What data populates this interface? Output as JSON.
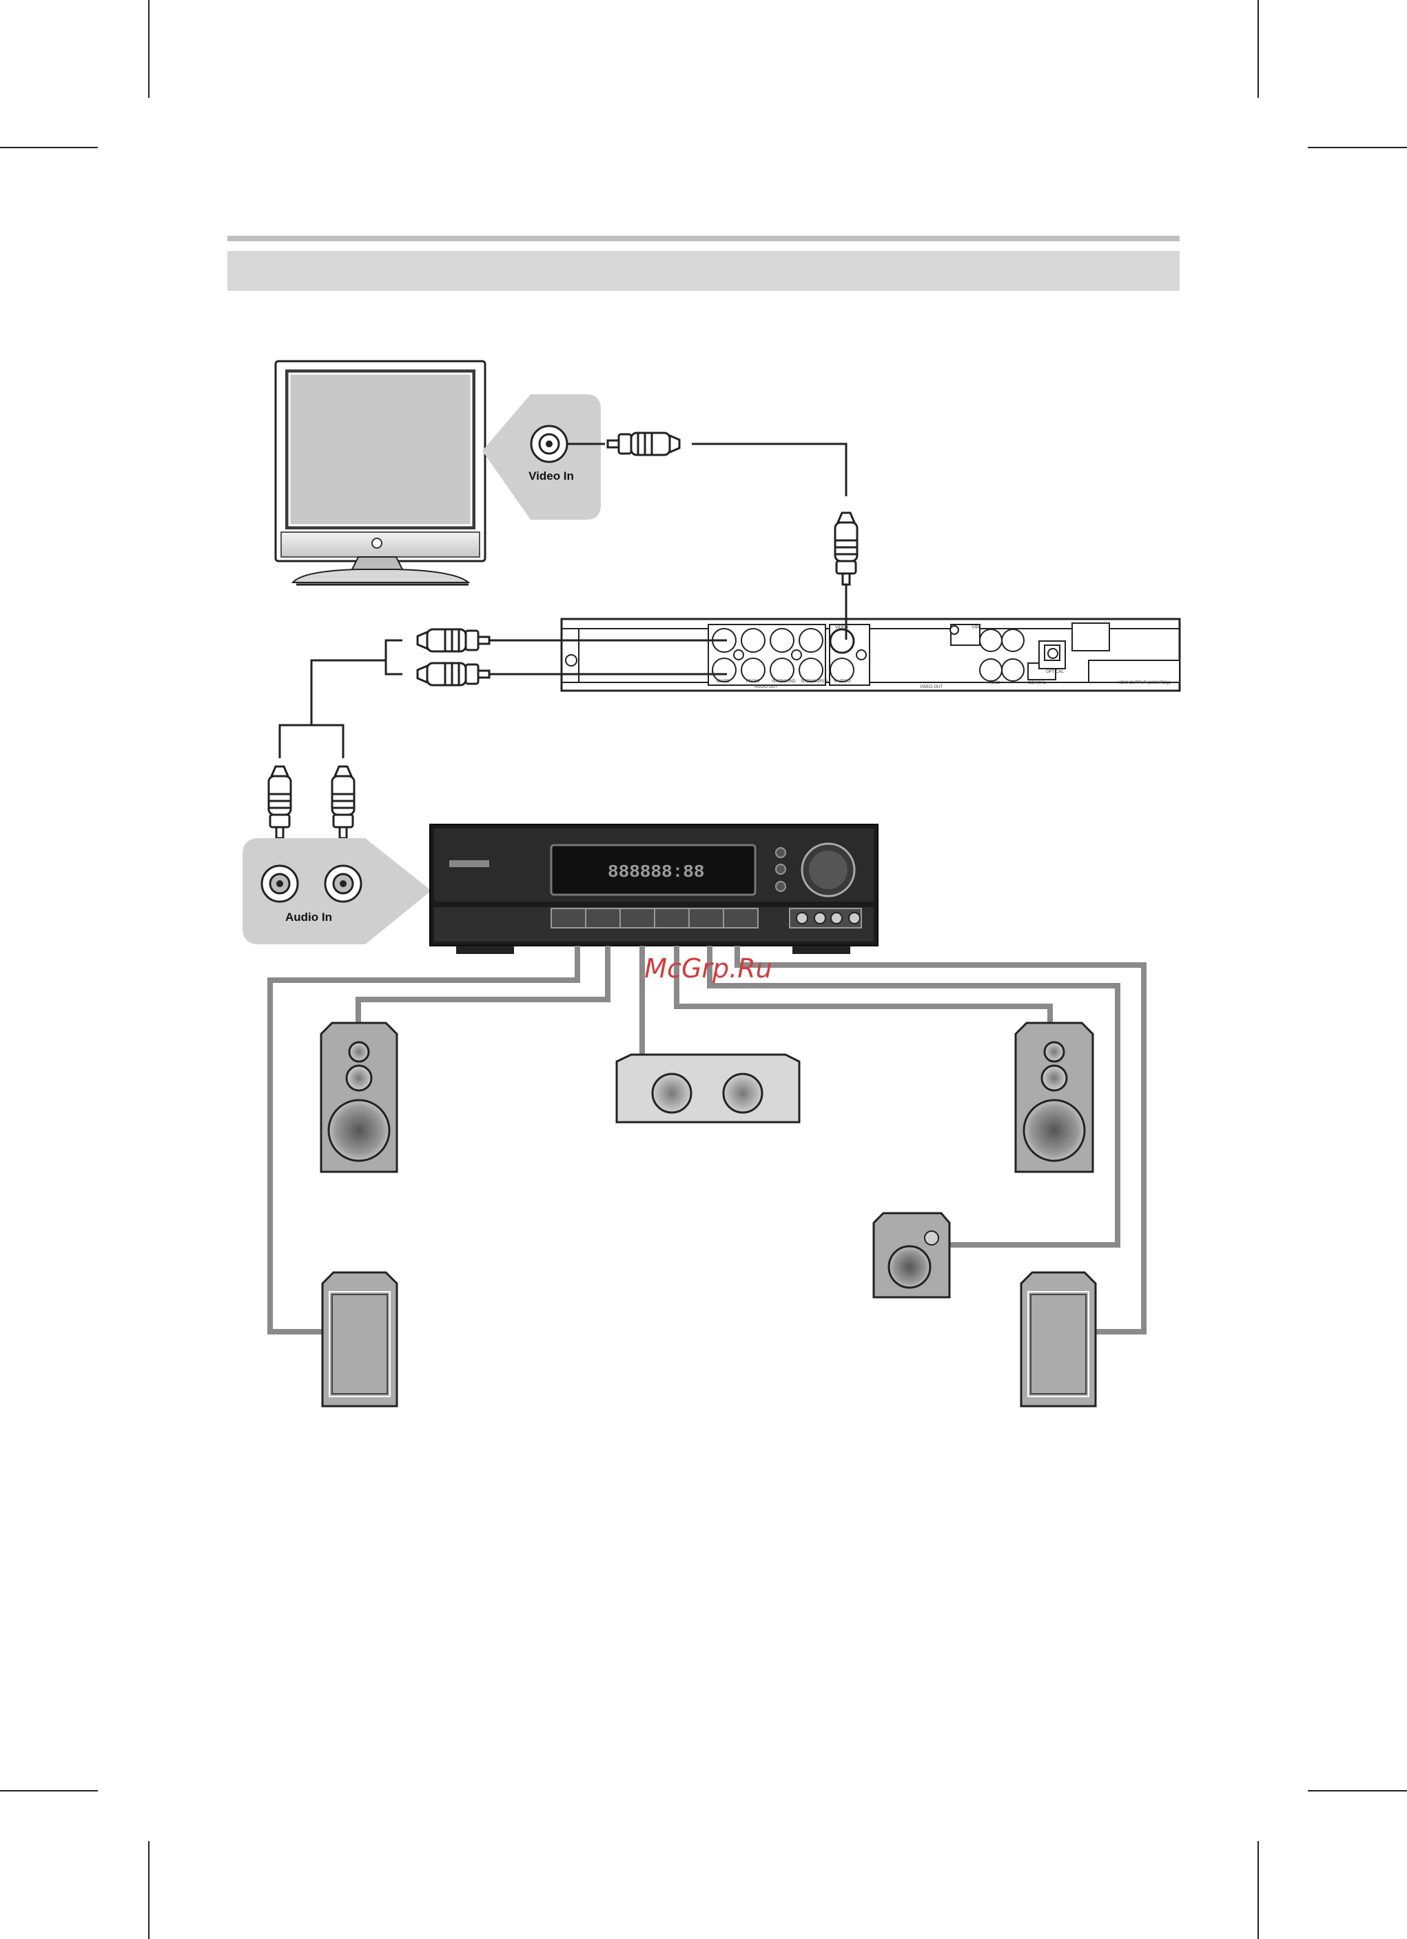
{
  "labels": {
    "video_in": "Video In",
    "audio_in": "Audio In",
    "receiver_display": "888888:88"
  },
  "dvd_panel": {
    "video_top": "VIDEO",
    "y_out": "Y/Pr",
    "audio_jacks": [
      "MIXED",
      "FRONT",
      "SURROUND",
      "SUBWOOFER"
    ],
    "audio_out": "AUDIO OUT",
    "s_video": "S-VIDEO",
    "video_out": "VIDEO OUT",
    "pb_out": "Pb/Cb",
    "coaxial": "COAXIAL",
    "optical": "OPTICAL",
    "hdmi": "HDMI OUTPUT (1080i/720p)"
  },
  "watermark": "McGrp.Ru",
  "colors": {
    "cable": "#8a8a8a",
    "outline": "#222222",
    "panel_grey": "#cfcfcf",
    "watermark": "#d23c3c"
  }
}
